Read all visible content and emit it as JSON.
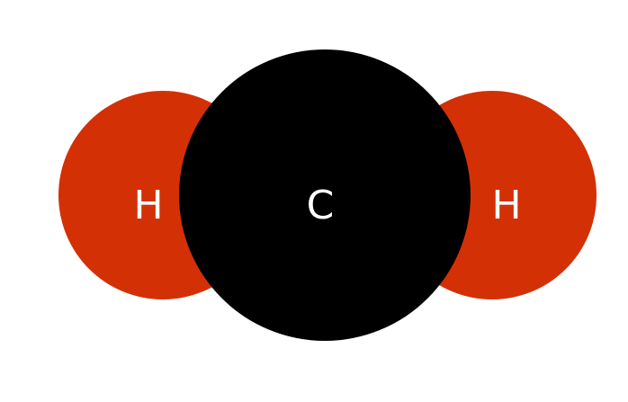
{
  "molecule": {
    "atoms": [
      {
        "id": "h-left",
        "label": "H",
        "color": "#d43006"
      },
      {
        "id": "carbon",
        "label": "C",
        "color": "#000000"
      },
      {
        "id": "h-right",
        "label": "H",
        "color": "#d43006"
      }
    ],
    "label_color": "#ffffff",
    "background": "#ffffff"
  }
}
